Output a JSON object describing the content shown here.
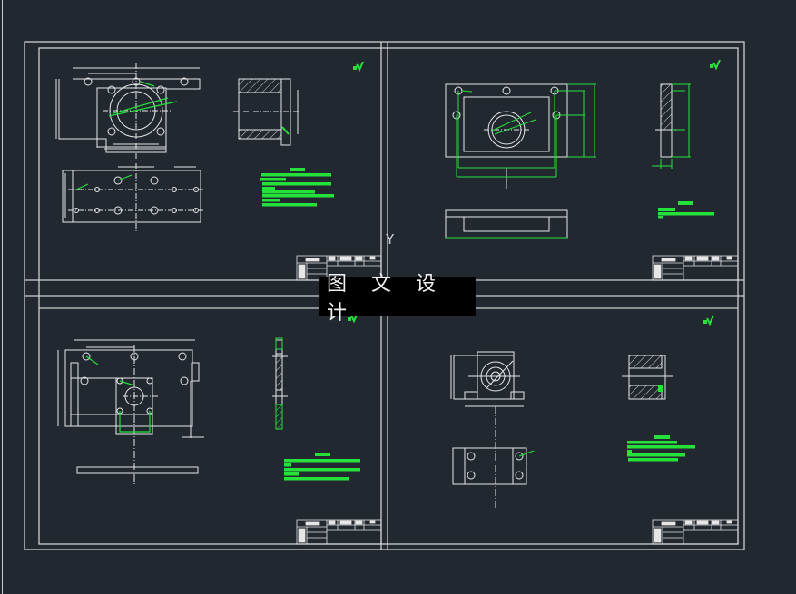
{
  "app": {
    "type": "CAD drawing viewport",
    "background_color": "#212830",
    "line_color": "#e6e6e6",
    "dimension_color": "#25e23a"
  },
  "watermark": {
    "text": "图 文 设 计"
  },
  "ucs_icon": {
    "label": "Y"
  },
  "sheets": [
    {
      "id": "sheet-top-left",
      "position": "top-left",
      "views": [
        "flange plate front view",
        "flange plate plan view",
        "sleeve section view"
      ],
      "technical_notes_lines": 8,
      "title_block": true
    },
    {
      "id": "sheet-top-right",
      "position": "top-right",
      "views": [
        "rectangular plate front view",
        "plate side section",
        "plate bottom view"
      ],
      "technical_notes_lines": 3,
      "title_block": true
    },
    {
      "id": "sheet-bottom-left",
      "position": "bottom-left",
      "views": [
        "mounting plate front view",
        "thin bar side view",
        "plate bottom view"
      ],
      "technical_notes_lines": 5,
      "title_block": true
    },
    {
      "id": "sheet-bottom-right",
      "position": "bottom-right",
      "views": [
        "bearing block front view",
        "bearing block plan view",
        "bushing section view"
      ],
      "technical_notes_lines": 6,
      "title_block": true
    }
  ]
}
